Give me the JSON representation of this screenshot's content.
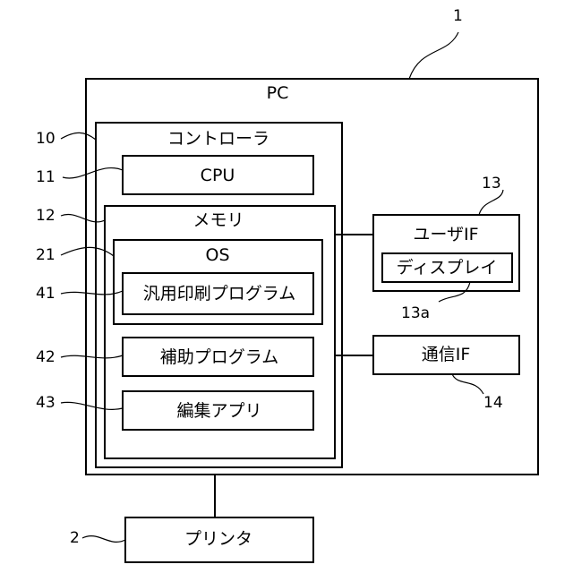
{
  "pc": {
    "ref": "1",
    "label": "PC"
  },
  "controller": {
    "ref": "10",
    "label": "コントローラ"
  },
  "cpu": {
    "ref": "11",
    "label": "CPU"
  },
  "memory": {
    "ref": "12",
    "label": "メモリ"
  },
  "os": {
    "ref": "21",
    "label": "OS"
  },
  "generic_print_program": {
    "ref": "41",
    "label": "汎用印刷プログラム"
  },
  "auxiliary_program": {
    "ref": "42",
    "label": "補助プログラム"
  },
  "editing_app": {
    "ref": "43",
    "label": "編集アプリ"
  },
  "user_if": {
    "ref": "13",
    "label": "ユーザIF"
  },
  "display": {
    "ref": "13a",
    "label": "ディスプレイ"
  },
  "comm_if": {
    "ref": "14",
    "label": "通信IF"
  },
  "printer": {
    "ref": "2",
    "label": "プリンタ"
  }
}
